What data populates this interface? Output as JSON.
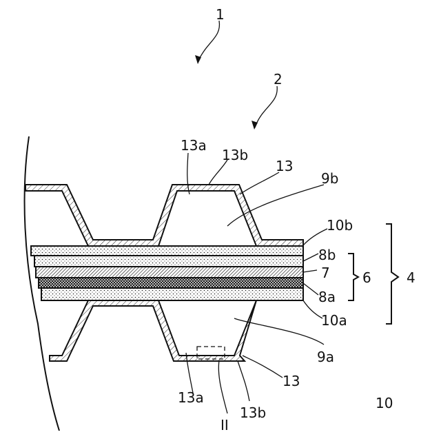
{
  "labels": {
    "l1": "1",
    "l2": "2",
    "l13a_top": "13a",
    "l13b_top": "13b",
    "l13_top": "13",
    "l9b": "9b",
    "l10b": "10b",
    "l8b": "8b",
    "l7": "7",
    "l8a": "8a",
    "l10a": "10a",
    "l6": "6",
    "l4": "4",
    "l9a": "9a",
    "l13_bot": "13",
    "l13a_bot": "13a",
    "l13b_bot": "13b",
    "lII": "II",
    "l10": "10"
  }
}
